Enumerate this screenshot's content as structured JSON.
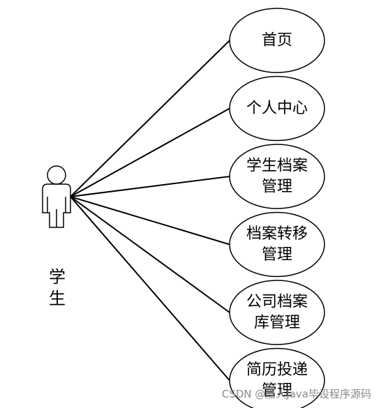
{
  "diagram": {
    "actor": {
      "name_lines": [
        "学",
        "生"
      ]
    },
    "use_cases": [
      {
        "lines": [
          "首页"
        ]
      },
      {
        "lines": [
          "个人中心"
        ]
      },
      {
        "lines": [
          "学生档案",
          "管理"
        ]
      },
      {
        "lines": [
          "档案转移",
          "管理"
        ]
      },
      {
        "lines": [
          "公司档案",
          "库管理"
        ]
      },
      {
        "lines": [
          "简历投递",
          "管理"
        ]
      }
    ]
  },
  "watermark": "CSDN @嘉人Java毕设程序源码",
  "colors": {
    "stroke": "#000000",
    "background": "#ffffff",
    "watermark": "#8a8a8a"
  }
}
